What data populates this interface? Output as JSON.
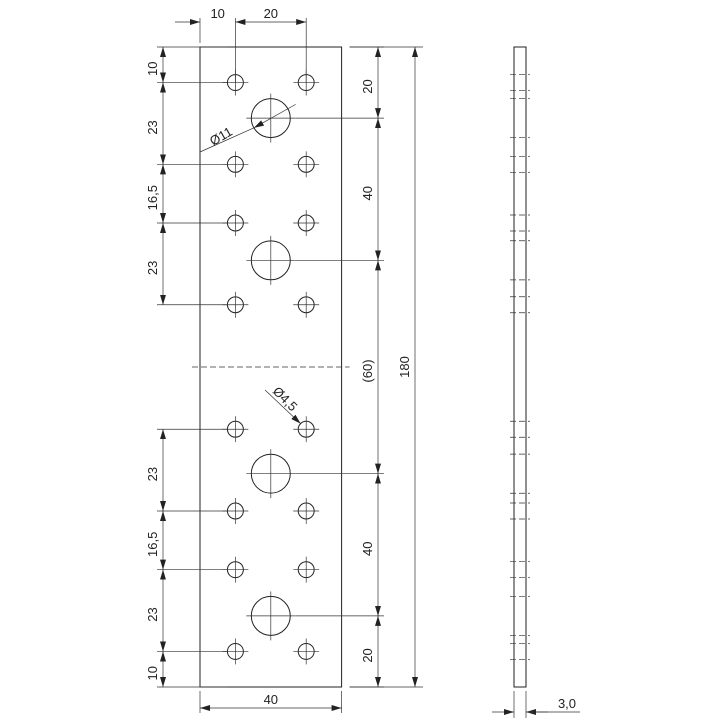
{
  "drawing": {
    "plate": {
      "width_mm": 40,
      "length_mm": 180,
      "thickness_mm": 3.0
    },
    "holes": {
      "small_diameter_label": "Ø4,5",
      "large_diameter_label": "Ø11",
      "small_x_mm": [
        10,
        30
      ],
      "small_y_mm": [
        10,
        33,
        49.5,
        72.5,
        107.5,
        130.5,
        147,
        170
      ],
      "large_x_mm": 20,
      "large_y_mm": [
        20,
        60,
        120,
        160
      ]
    },
    "dimensions": {
      "top": [
        "10",
        "20"
      ],
      "left_top": [
        "10",
        "23",
        "16,5",
        "23"
      ],
      "left_bottom": [
        "23",
        "16,5",
        "23",
        "10"
      ],
      "right": [
        "20",
        "40",
        "(60)",
        "40",
        "20"
      ],
      "overall_length": "180",
      "width": "40",
      "thickness": "3,0"
    }
  }
}
